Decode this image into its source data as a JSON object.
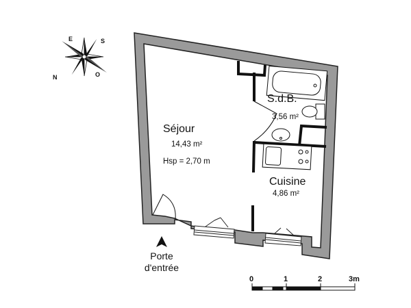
{
  "compass": {
    "letters": {
      "north": "N",
      "east": "E",
      "south": "S",
      "west": "O"
    }
  },
  "rooms": {
    "sejour": {
      "name": "Séjour",
      "area": "14,43 m²",
      "height": "Hsp = 2,70 m"
    },
    "sdb": {
      "name": "S.d.B.",
      "area": "3,56 m²"
    },
    "cuisine": {
      "name": "Cuisine",
      "area": "4,86 m²"
    }
  },
  "entrance": {
    "line1": "Porte",
    "line2": "d'entrée"
  },
  "scale_bar": {
    "ticks": [
      "0",
      "1",
      "2",
      "3m"
    ]
  },
  "colors": {
    "wall_fill": "#9a9a9a",
    "wall_stroke": "#222222",
    "line": "#111111"
  }
}
